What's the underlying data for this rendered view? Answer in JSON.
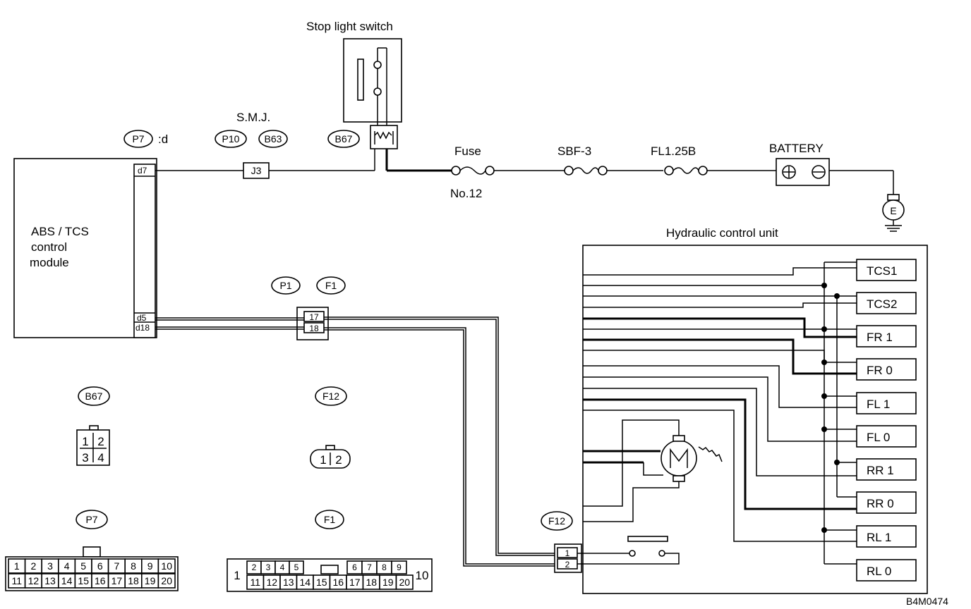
{
  "titles": {
    "stop_light_switch": "Stop light switch",
    "smj": "S.M.J.",
    "fuse": "Fuse",
    "fuse_no": "No.12",
    "sbf": "SBF-3",
    "fl": "FL1.25B",
    "battery": "BATTERY",
    "hydraulic_unit": "Hydraulic control unit",
    "control_module_line1": "ABS / TCS",
    "control_module_line2": "control",
    "control_module_line3": "module",
    "figure_id": "B4M0474"
  },
  "connector_tags": {
    "p7": "P7",
    "p7_suffix": ":d",
    "p10": "P10",
    "b63": "B63",
    "b67": "B67",
    "p1": "P1",
    "f1": "F1",
    "f12": "F12"
  },
  "pins": {
    "d7": "d7",
    "d5": "d5",
    "d18": "d18",
    "j3": "J3",
    "p17": "17",
    "p18": "18",
    "f12_1": "1",
    "f12_2": "2"
  },
  "battery_symbols": {
    "plus": "⊕",
    "minus": "⊖",
    "ground": "E"
  },
  "valves": [
    "TCS1",
    "TCS2",
    "FR 1",
    "FR 0",
    "FL 1",
    "FL 0",
    "RR 1",
    "RR 0",
    "RL 1",
    "RL 0"
  ],
  "legend": {
    "b67_tag": "B67",
    "b67_pins": [
      "1",
      "2",
      "3",
      "4"
    ],
    "f12_tag": "F12",
    "f12_pins": [
      "1",
      "2"
    ],
    "p7_tag": "P7",
    "p7_top": [
      "1",
      "2",
      "3",
      "4",
      "5",
      "6",
      "7",
      "8",
      "9",
      "10"
    ],
    "p7_bottom": [
      "11",
      "12",
      "13",
      "14",
      "15",
      "16",
      "17",
      "18",
      "19",
      "20"
    ],
    "f1_tag": "F1",
    "f1_side_left": "1",
    "f1_top_a": [
      "2",
      "3",
      "4",
      "5"
    ],
    "f1_top_b": [
      "6",
      "7",
      "8",
      "9"
    ],
    "f1_bottom": [
      "11",
      "12",
      "13",
      "14",
      "15",
      "16",
      "17",
      "18",
      "19",
      "20"
    ],
    "f1_side_right": "10"
  }
}
